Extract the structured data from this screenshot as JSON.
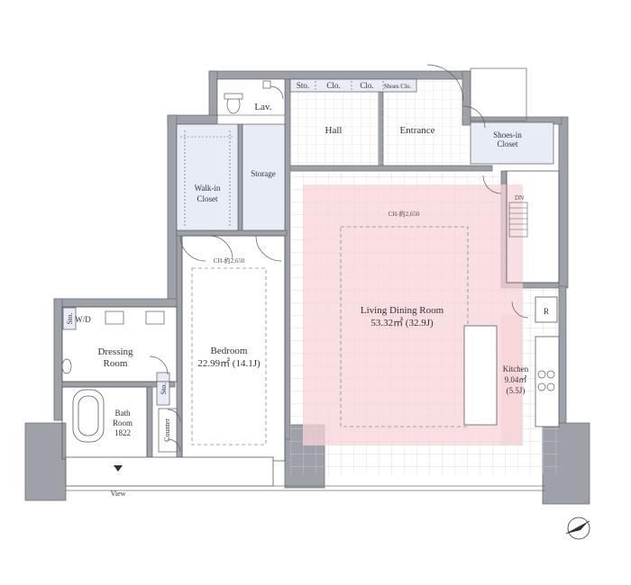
{
  "colors": {
    "wall": "#8a8d94",
    "storage": "#e8edf5",
    "living_highlight": "#f7d4d7",
    "kitchen_highlight": "#f7d4d7",
    "tile_grid": "#cfd3da",
    "outline": "#555a63"
  },
  "labels": {
    "sto_top": "Sto.",
    "clo_1": "Clo.",
    "clo_2": "Clo.",
    "shoes_clo": "Shoes Clo.",
    "lav": "Lav.",
    "hall": "Hall",
    "entrance": "Entrance",
    "shoes_in_closet": [
      "Shoes-in",
      "Closet"
    ],
    "walk_in_closet": [
      "Walk-in",
      "Closet"
    ],
    "storage": "Storage",
    "ceiling_living": "CH-約2,650",
    "ceiling_bedroom": "CH-約2,650",
    "dn": "DN",
    "living_dining": [
      "Living Dining Room",
      "53.32㎡ (32.9J)"
    ],
    "refrigerator": "R",
    "kitchen": [
      "Kitchen",
      "9.04㎡",
      "(5.5J)"
    ],
    "bedroom": [
      "Bedroom",
      "22.99㎡ (14.1J)"
    ],
    "sto_left": "Sto.",
    "wd": "W/D",
    "dressing": [
      "Dressing",
      "Room"
    ],
    "sto_bath": "Sto.",
    "bath": [
      "Bath",
      "Room",
      "1822"
    ],
    "counter": "Counter",
    "view": "View"
  },
  "icons": {
    "view_arrow": "triangle-down-icon",
    "north": "north-arrow-icon"
  }
}
